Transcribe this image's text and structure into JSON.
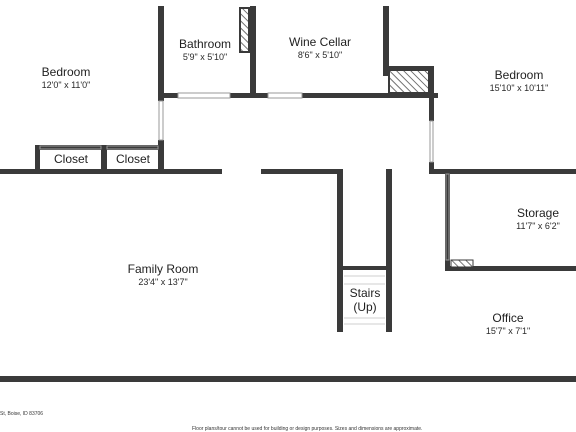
{
  "rooms": {
    "bedroom_left": {
      "name": "Bedroom",
      "dims": "12'0\" x 11'0\""
    },
    "bathroom": {
      "name": "Bathroom",
      "dims": "5'9\" x 5'10\""
    },
    "wine_cellar": {
      "name": "Wine Cellar",
      "dims": "8'6\" x 5'10\""
    },
    "bedroom_right": {
      "name": "Bedroom",
      "dims": "15'10\" x 10'11\""
    },
    "closet_1": {
      "name": "Closet"
    },
    "closet_2": {
      "name": "Closet"
    },
    "family_room": {
      "name": "Family Room",
      "dims": "23'4\" x 13'7\""
    },
    "storage": {
      "name": "Storage",
      "dims": "11'7\" x 6'2\""
    },
    "stairs": {
      "name": "Stairs",
      "note": "(Up)"
    },
    "office": {
      "name": "Office",
      "dims": "15'7\" x 7'1\""
    }
  },
  "footer": {
    "address_fragment": "St, Boise, ID 83706",
    "disclaimer": "Floor plans/tour cannot be used for building or design purposes. Sizes and dimensions are approximate."
  },
  "colors": {
    "wall": "#3a3a3a",
    "hatch": "#3a3a3a",
    "background": "#ffffff",
    "text": "#1f1f1f"
  }
}
